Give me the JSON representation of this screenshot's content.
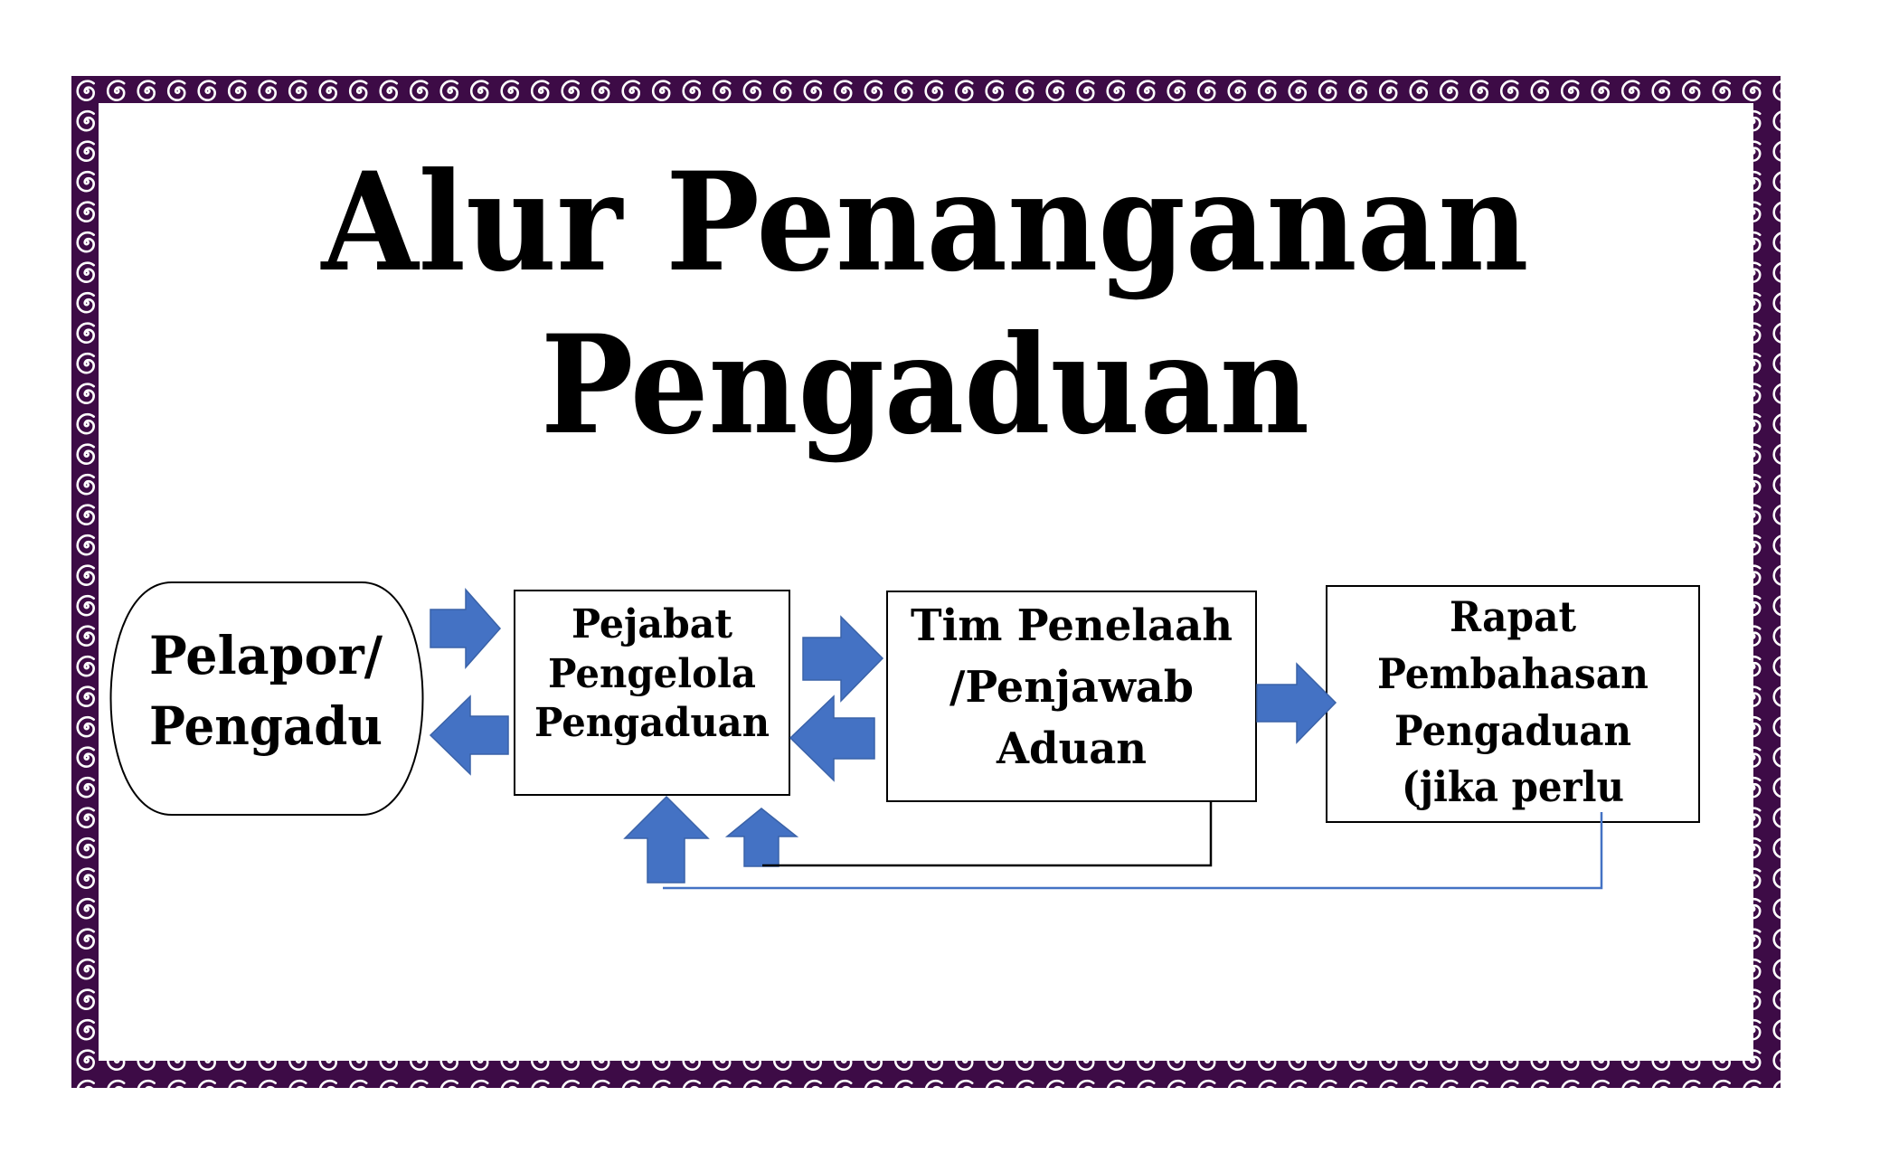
{
  "title": {
    "line1": "Alur Penanganan",
    "line2": "Pengaduan"
  },
  "nodes": {
    "pelapor": {
      "lines": [
        "Pelapor/",
        "Pengadu"
      ]
    },
    "pejabat": {
      "lines": [
        "Pejabat",
        "Pengelola",
        "Pengaduan"
      ]
    },
    "tim": {
      "lines": [
        "Tim Penelaah",
        "/Penjawab",
        "Aduan"
      ]
    },
    "rapat": {
      "lines": [
        "Rapat",
        "Pembahasan",
        "Pengaduan",
        "(jika perlu"
      ]
    }
  },
  "colors": {
    "border": "#3d0b46",
    "arrow": "#4472C4",
    "feedback_line_blue": "#4472C4",
    "feedback_line_black": "#000000"
  }
}
